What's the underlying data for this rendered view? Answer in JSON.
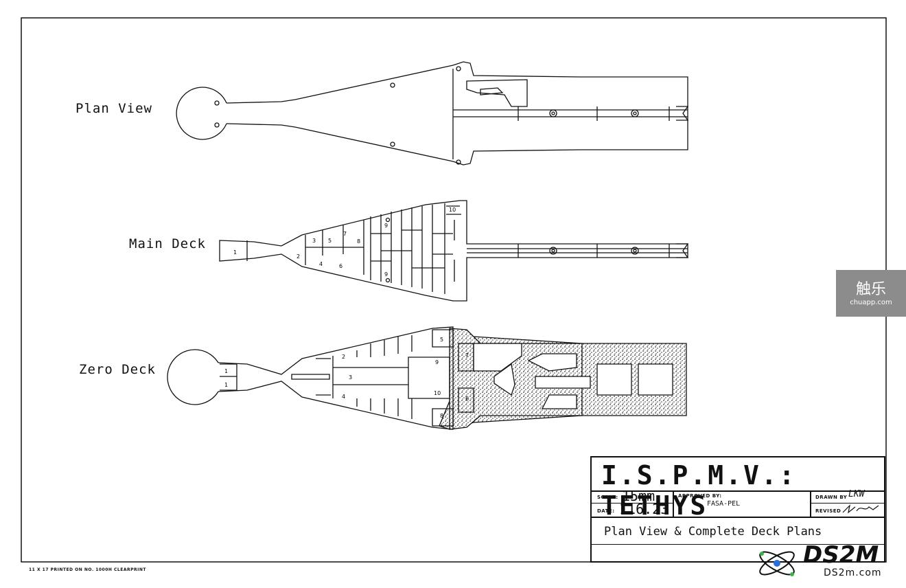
{
  "views": {
    "plan": "Plan View",
    "main": "Main Deck",
    "zero": "Zero Deck"
  },
  "main_deck_labels": [
    "1",
    "2",
    "3",
    "5",
    "4",
    "6",
    "7",
    "8",
    "9",
    "9",
    "10"
  ],
  "zero_deck_labels": [
    "1",
    "1",
    "2",
    "3",
    "4",
    "5",
    "6",
    "7",
    "8",
    "9",
    "10"
  ],
  "title_block": {
    "title": "I.S.P.M.V.: TETHYS",
    "scale_label": "SCALE:",
    "scale_value": "15mm",
    "date_label": "DATE:",
    "date_value": "116.23",
    "approved_label": "APPROVED BY:",
    "approved_value": "FASA-PEL",
    "drawn_label": "DRAWN BY",
    "drawn_value": "LKW",
    "revised_label": "REVISED",
    "subtitle": "Plan View & Complete Deck Plans"
  },
  "print_note": "11 X 17     PRINTED ON NO. 1000H CLEARPRINT",
  "watermarks": {
    "right_main": "触乐",
    "right_sub": "chuapp.com",
    "ds2m_main": "DS2M",
    "ds2m_sub": "DS2m.com"
  },
  "colors": {
    "ink": "#111111",
    "paper": "#ffffff",
    "stipple": "#9a9a9a",
    "watermark_bg": "#8c8c8c"
  }
}
